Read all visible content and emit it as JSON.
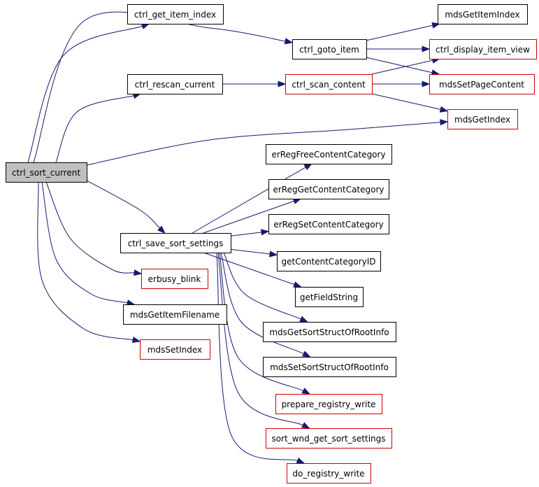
{
  "colors": {
    "edge": "#191970",
    "border_plain": "#000000",
    "border_link": "#cc0000",
    "fill_root": "#bfbfbf",
    "fill_node": "#ffffff"
  },
  "nodes": [
    {
      "id": "ctrl_sort_current",
      "label": "ctrl_sort_current",
      "style": "root"
    },
    {
      "id": "ctrl_get_item_index",
      "label": "ctrl_get_item_index",
      "style": "plain"
    },
    {
      "id": "ctrl_goto_item",
      "label": "ctrl_goto_item",
      "style": "plain"
    },
    {
      "id": "mdsGetItemIndex",
      "label": "mdsGetItemIndex",
      "style": "plain"
    },
    {
      "id": "ctrl_display_item_view",
      "label": "ctrl_display_item_view",
      "style": "link"
    },
    {
      "id": "mdsSetPageContent",
      "label": "mdsSetPageContent",
      "style": "link"
    },
    {
      "id": "ctrl_rescan_current",
      "label": "ctrl_rescan_current",
      "style": "plain"
    },
    {
      "id": "ctrl_scan_content",
      "label": "ctrl_scan_content",
      "style": "link"
    },
    {
      "id": "mdsGetIndex",
      "label": "mdsGetIndex",
      "style": "link"
    },
    {
      "id": "erRegFreeContentCategory",
      "label": "erRegFreeContentCategory",
      "style": "plain"
    },
    {
      "id": "erRegGetContentCategory",
      "label": "erRegGetContentCategory",
      "style": "plain"
    },
    {
      "id": "erRegSetContentCategory",
      "label": "erRegSetContentCategory",
      "style": "plain"
    },
    {
      "id": "ctrl_save_sort_settings",
      "label": "ctrl_save_sort_settings",
      "style": "plain"
    },
    {
      "id": "getContentCategoryID",
      "label": "getContentCategoryID",
      "style": "plain"
    },
    {
      "id": "erbusy_blink",
      "label": "erbusy_blink",
      "style": "link"
    },
    {
      "id": "getFieldString",
      "label": "getFieldString",
      "style": "plain"
    },
    {
      "id": "mdsGetItemFilename",
      "label": "mdsGetItemFilename",
      "style": "plain"
    },
    {
      "id": "mdsGetSortStructOfRootInfo",
      "label": "mdsGetSortStructOfRootInfo",
      "style": "plain"
    },
    {
      "id": "mdsSetIndex",
      "label": "mdsSetIndex",
      "style": "link"
    },
    {
      "id": "mdsSetSortStructOfRootInfo",
      "label": "mdsSetSortStructOfRootInfo",
      "style": "plain"
    },
    {
      "id": "prepare_registry_write",
      "label": "prepare_registry_write",
      "style": "link"
    },
    {
      "id": "sort_wnd_get_sort_settings",
      "label": "sort_wnd_get_sort_settings",
      "style": "link"
    },
    {
      "id": "do_registry_write",
      "label": "do_registry_write",
      "style": "link"
    }
  ],
  "edges": [
    {
      "from": "ctrl_sort_current",
      "to": "ctrl_get_item_index"
    },
    {
      "from": "ctrl_sort_current",
      "to": "ctrl_goto_item"
    },
    {
      "from": "ctrl_sort_current",
      "to": "ctrl_rescan_current"
    },
    {
      "from": "ctrl_sort_current",
      "to": "mdsGetIndex"
    },
    {
      "from": "ctrl_sort_current",
      "to": "ctrl_save_sort_settings"
    },
    {
      "from": "ctrl_sort_current",
      "to": "erbusy_blink"
    },
    {
      "from": "ctrl_sort_current",
      "to": "mdsGetItemFilename"
    },
    {
      "from": "ctrl_sort_current",
      "to": "mdsSetIndex"
    },
    {
      "from": "ctrl_goto_item",
      "to": "mdsGetItemIndex"
    },
    {
      "from": "ctrl_goto_item",
      "to": "ctrl_display_item_view"
    },
    {
      "from": "ctrl_goto_item",
      "to": "mdsSetPageContent"
    },
    {
      "from": "ctrl_rescan_current",
      "to": "ctrl_scan_content"
    },
    {
      "from": "ctrl_scan_content",
      "to": "ctrl_display_item_view"
    },
    {
      "from": "ctrl_scan_content",
      "to": "mdsSetPageContent"
    },
    {
      "from": "ctrl_scan_content",
      "to": "mdsGetIndex"
    },
    {
      "from": "ctrl_save_sort_settings",
      "to": "erRegFreeContentCategory"
    },
    {
      "from": "ctrl_save_sort_settings",
      "to": "erRegGetContentCategory"
    },
    {
      "from": "ctrl_save_sort_settings",
      "to": "erRegSetContentCategory"
    },
    {
      "from": "ctrl_save_sort_settings",
      "to": "getContentCategoryID"
    },
    {
      "from": "ctrl_save_sort_settings",
      "to": "getFieldString"
    },
    {
      "from": "ctrl_save_sort_settings",
      "to": "mdsGetSortStructOfRootInfo"
    },
    {
      "from": "ctrl_save_sort_settings",
      "to": "mdsSetSortStructOfRootInfo"
    },
    {
      "from": "ctrl_save_sort_settings",
      "to": "prepare_registry_write"
    },
    {
      "from": "ctrl_save_sort_settings",
      "to": "sort_wnd_get_sort_settings"
    },
    {
      "from": "ctrl_save_sort_settings",
      "to": "do_registry_write"
    }
  ]
}
